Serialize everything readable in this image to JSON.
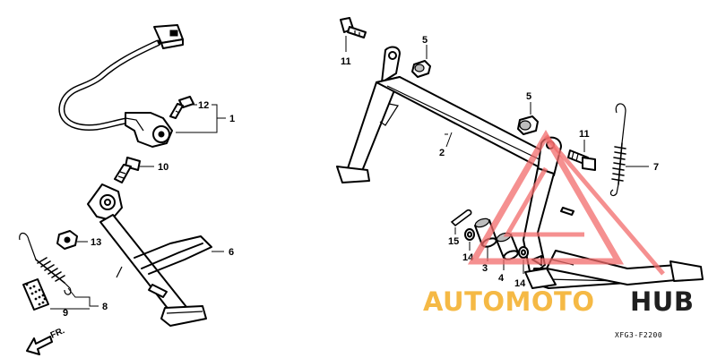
{
  "diagram": {
    "callouts": {
      "p1": "1",
      "p2": "2",
      "p3": "3",
      "p4": "4",
      "p5a": "5",
      "p5b": "5",
      "p6": "6",
      "p7": "7",
      "p8": "8",
      "p9": "9",
      "p10": "10",
      "p11a": "11",
      "p11b": "11",
      "p12": "12",
      "p13": "13",
      "p14a": "14",
      "p14b": "14",
      "p15": "15"
    },
    "direction_label": "FR.",
    "drawing_code": "XFG3-F2200"
  },
  "watermark": {
    "text_left": "AUTOMOTO",
    "text_right": "HUB",
    "color_primary": "#f26b6b",
    "color_secondary": "#f5b945",
    "color_dark": "#1f1f1f"
  }
}
